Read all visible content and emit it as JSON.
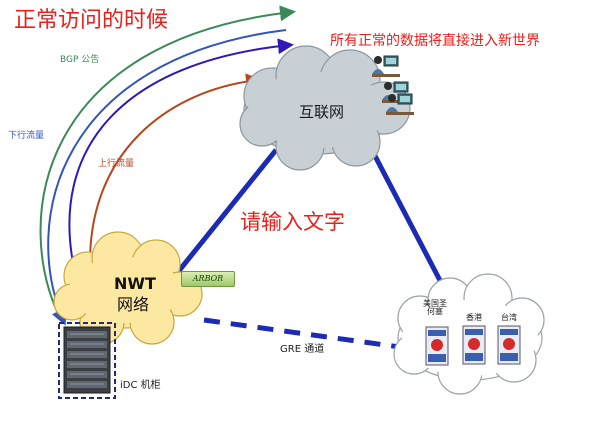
{
  "titles": {
    "main": "正常访问的时候",
    "sub": "所有正常的数据将直接进入新世界",
    "input_hint": "请输入文字"
  },
  "labels": {
    "internet": "互联网",
    "nwt_line1": "NWT",
    "nwt_line2": "网络",
    "bgp": "BGP 公告",
    "downstream": "下行流量",
    "upstream": "上行流量",
    "gre": "GRE 通道",
    "idc": "iDC 机柜",
    "arbor": "ARBOR"
  },
  "locations": {
    "us_line1": "美国圣",
    "us_line2": "何塞",
    "hk": "香港",
    "tw": "台湾"
  },
  "colors": {
    "title_red": "#e8211a",
    "cloud_gray": "#c8d0d6",
    "nwt_cloud": "#fde8a2",
    "link_blue": "#1c2bb3",
    "bgp_green": "#3a8a58",
    "down_blue": "#3355bb",
    "up_orange": "#b8461c"
  },
  "icons": [
    "user-workstation-icon",
    "server-rack-icon",
    "arbor-appliance-icon",
    "firewall-icon"
  ]
}
